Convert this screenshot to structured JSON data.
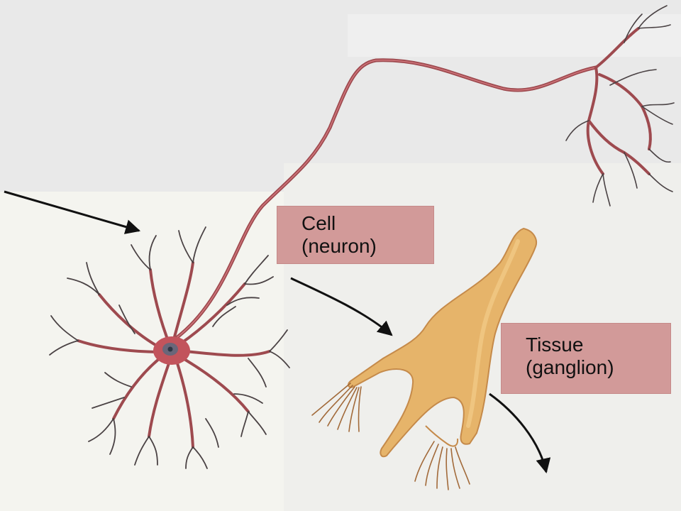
{
  "labels": {
    "cell": {
      "line1": "Cell",
      "line2": "(neuron)"
    },
    "tissue": {
      "line1": "Tissue",
      "line2": "(ganglion)"
    }
  },
  "colors": {
    "background": "#e6e6e6",
    "label_box": "#d29a99",
    "neuron_body": "#c2545c",
    "neuron_axon": "#9e4a4f",
    "dendrite": "#4a4244",
    "ganglion_fill": "#e6b46a",
    "ganglion_outline": "#c58a4a",
    "arrow": "#111111"
  }
}
